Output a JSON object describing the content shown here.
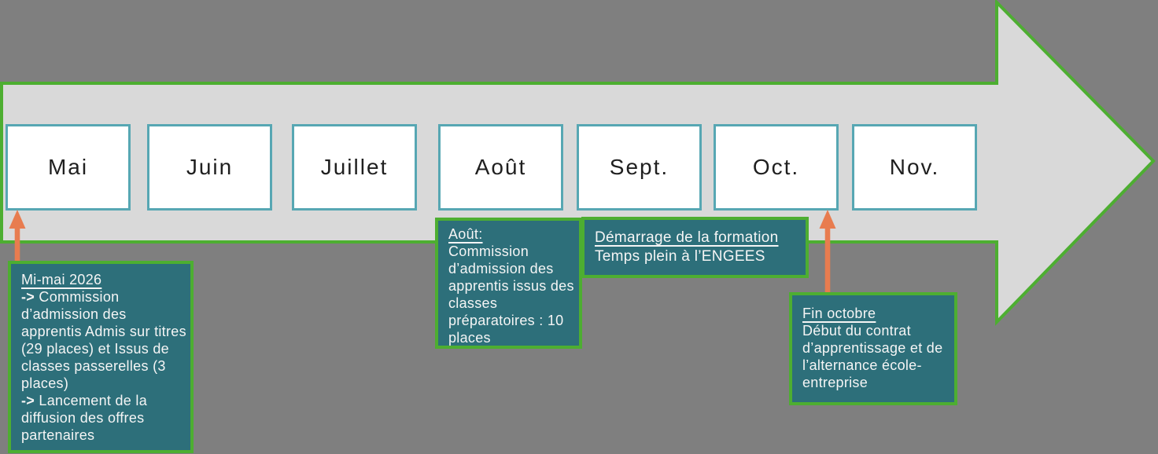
{
  "colors": {
    "background_gray": "#7f7f7f",
    "arrow_fill": "#d9d9d9",
    "accent_green": "#4dae31",
    "note_teal": "#2d6f7a",
    "note_ink": "#f5f5f5",
    "month_border": "#57a7b3",
    "month_ink": "#1f1f1f",
    "connector_orange": "#e87c4f"
  },
  "months": [
    "Mai",
    "Juin",
    "Juillet",
    "Août",
    "Sept.",
    "Oct.",
    "Nov."
  ],
  "notes": {
    "mi_mai": {
      "title": "Mi-mai 2026",
      "item1_marker": "->",
      "item1_text": "Commission d’admission des apprentis Admis sur titres (29 places) et Issus de classes passerelles (3 places)",
      "item2_marker": "->",
      "item2_text": "Lancement de la diffusion des offres partenaires"
    },
    "aout": {
      "title": "Août:",
      "body": "Commission d’admission des apprentis issus des classes préparatoires : 10 places"
    },
    "demarrage": {
      "title": "Démarrage de la formation",
      "body": "Temps plein à l’ENGEES"
    },
    "fin_octobre": {
      "title": "Fin octobre",
      "body": "Début du contrat d’apprentissage  et de l’alternance école-entreprise"
    }
  }
}
